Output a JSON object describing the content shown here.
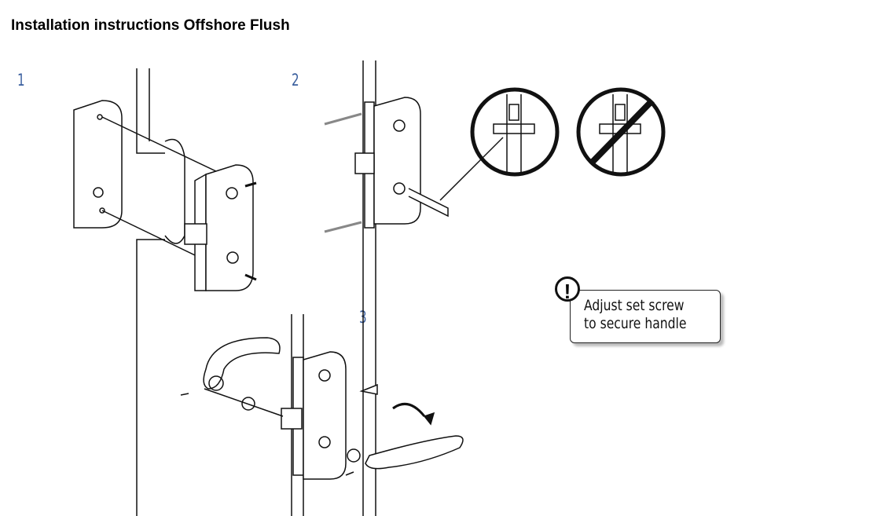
{
  "title": "Installation instructions Offshore Flush",
  "steps": [
    "1",
    "2",
    "3"
  ],
  "note": {
    "icon": "exclamation-icon",
    "symbol": "!",
    "line1": "Adjust set screw",
    "line2": "to secure handle"
  }
}
